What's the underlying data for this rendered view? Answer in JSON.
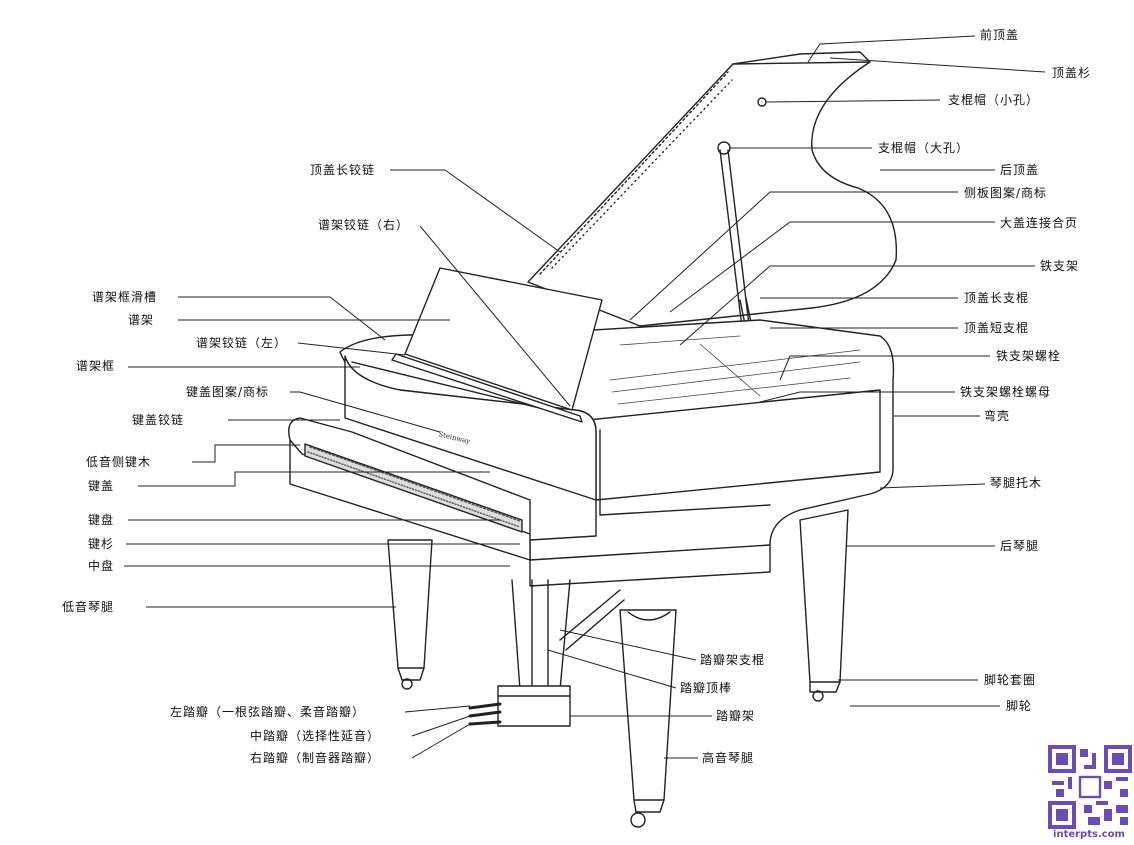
{
  "labels": {
    "front_lid": "前顶盖",
    "lid_prop_stick": "顶盖杉",
    "stick_cup_small": "支棍帽（小孔）",
    "stick_cup_large": "支棍帽（大孔）",
    "rear_lid": "后顶盖",
    "side_logo": "侧板图案/商标",
    "lid_hinge_joint": "大盖连接合页",
    "iron_frame": "铁支架",
    "lid_long_stick": "顶盖长支棍",
    "lid_short_stick": "顶盖短支棍",
    "iron_frame_bolt": "铁支架螺栓",
    "iron_frame_nut": "铁支架螺栓螺母",
    "rim": "弯壳",
    "leg_block": "琴腿托木",
    "rear_leg": "后琴腿",
    "caster_cup": "脚轮套圈",
    "caster": "脚轮",
    "lid_long_hinge": "顶盖长铰链",
    "desk_hinge_right": "谱架铰链（右）",
    "desk_frame_slide": "谱架框滑槽",
    "music_desk": "谱架",
    "desk_hinge_left": "谱架铰链（左）",
    "desk_frame": "谱架框",
    "fallboard_logo": "键盖图案/商标",
    "fallboard_hinge": "键盖铰链",
    "bass_cheek": "低音侧键木",
    "fallboard": "键盖",
    "keyboard": "键盘",
    "key_slip": "键杉",
    "key_bed": "中盘",
    "bass_leg": "低音琴腿",
    "lyre_brace": "踏瓣架支棍",
    "pedal_rod": "踏瓣顶棒",
    "lyre": "踏瓣架",
    "treble_leg": "高音琴腿",
    "left_pedal": "左踏瓣（一根弦踏瓣、柔音踏瓣）",
    "middle_pedal": "中踏瓣（选择性延音）",
    "right_pedal": "右踏瓣（制音器踏瓣）"
  },
  "brand_name": "Steinway",
  "watermark": "interpts.com",
  "colors": {
    "line": "#222222",
    "watermark": "#6b4bb5"
  }
}
